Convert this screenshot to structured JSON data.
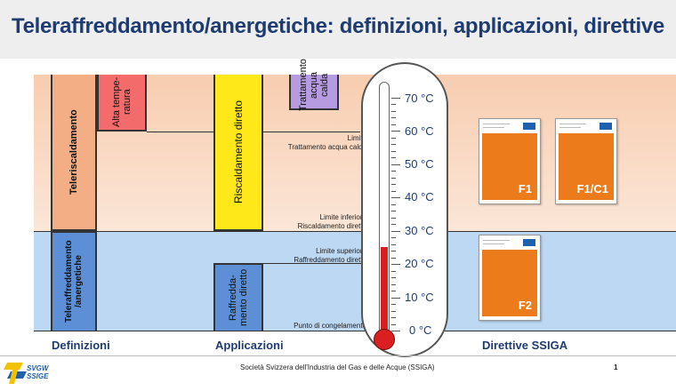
{
  "header": {
    "title": "Teleraffreddamento/anergetiche: definizioni, applicazioni, direttive"
  },
  "definitions": {
    "heating": "Teleriscaldamento",
    "high_temp": "Alta tempe-ratura",
    "cooling": "Teleraffreddamento /anergetiche"
  },
  "applications": {
    "direct_heating": "Riscaldamento diretto",
    "hot_water": "Trattamento acqua calda",
    "direct_cooling": "Raffredda-mento diretto"
  },
  "limits": {
    "hot_water": [
      "Limite",
      "Trattamento acqua calda"
    ],
    "heating_lower": [
      "Limite inferiore",
      "Riscaldamento diretto"
    ],
    "cooling_upper": [
      "Limite superiore",
      "Raffreddamento diretto"
    ],
    "freezing": "Punto di congelamento"
  },
  "thermometer": {
    "labels": [
      "70 °C",
      "60 °C",
      "50 °C",
      "40 °C",
      "30 °C",
      "20 °C",
      "10 °C",
      "0 °C"
    ],
    "mercury_level_celsius": 25
  },
  "directives": {
    "docs": [
      "F1",
      "F1/C1",
      "F2"
    ]
  },
  "columns": {
    "definitions": "Definizioni",
    "applications": "Applicazioni",
    "directives": "Direttive SSIGA"
  },
  "footer": {
    "logo_top": "SVGW",
    "logo_bottom": "SSIGE",
    "text": "Società Svizzera dell'Industria del Gas e delle Acque (SSIGA)",
    "page": "1"
  },
  "colors": {
    "title": "#1e3c72",
    "heating_zone": "#f8cdb0",
    "cooling_zone": "#bcd8f2",
    "teleriscaldamento": "#f4ae85",
    "high_temp": "#f36b6b",
    "direct_heating": "#ffe81a",
    "hot_water": "#b79be0",
    "cooling_bar": "#5d8fd6",
    "direct_cooling": "#5d8fd6",
    "mercury": "#d91f1f",
    "doc_orange": "#ec7b1c"
  }
}
